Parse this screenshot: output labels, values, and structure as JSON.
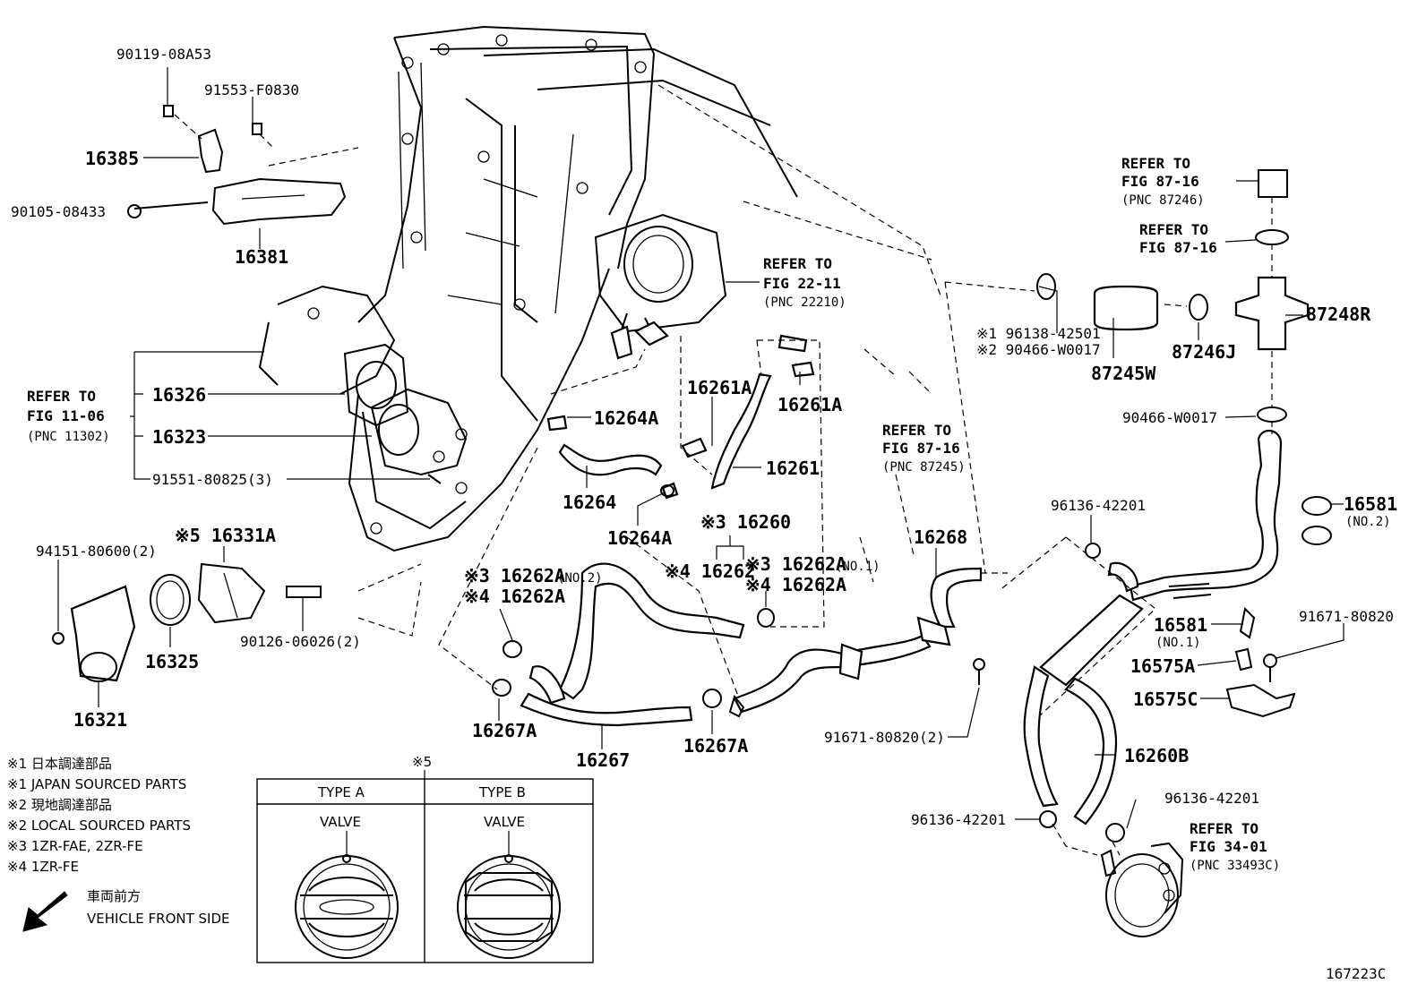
{
  "diagram_id": "167223C",
  "parts": {
    "p90119": "90119-08A53",
    "p91553": "91553-F0830",
    "p16385": "16385",
    "p90105": "90105-08433",
    "p16381": "16381",
    "p16326": "16326",
    "p16323": "16323",
    "p91551": "91551-80825(3)",
    "p94151": "94151-80600(2)",
    "p16331a": "※5 16331A",
    "p16325": "16325",
    "p90126": "90126-06026(2)",
    "p16321": "16321",
    "p16264a_top": "16264A",
    "p16264": "16264",
    "p16264a_bot": "16264A",
    "p16261a_l": "16261A",
    "p16261a_r": "16261A",
    "p16261": "16261",
    "p16260": "※3 16260",
    "p16262": "※4 16262",
    "p16262a_no2_a": "※3 16262A",
    "p16262a_no2_a_sub": "(NO.2)",
    "p16262a_no2_b": "※4 16262A",
    "p16262a_no1_a": "※3 16262A",
    "p16262a_no1_a_sub": "(NO.1)",
    "p16262a_no1_b": "※4 16262A",
    "p16267a_l": "16267A",
    "p16267": "16267",
    "p16267a_r": "16267A",
    "p16268": "16268",
    "p91671_2": "91671-80820(2)",
    "p96138": "※1 96138-42501",
    "p90466_a": "※2 90466-W0017",
    "p87245w": "87245W",
    "p87246j": "87246J",
    "p87248r": "87248R",
    "p90466_b": "90466-W0017",
    "p96136_top": "96136-42201",
    "p16581_no2": "16581",
    "p16581_no2_sub": "(NO.2)",
    "p16581_no1": "16581",
    "p16581_no1_sub": "(NO.1)",
    "p91671_r": "91671-80820",
    "p16575a": "16575A",
    "p16575c": "16575C",
    "p16260b": "16260B",
    "p96136_mid": "96136-42201",
    "p96136_left": "96136-42201"
  },
  "refers": {
    "fig1106": [
      "REFER TO",
      "FIG 11-06",
      "(PNC 11302)"
    ],
    "fig2211": [
      "REFER TO",
      "FIG 22-11",
      "(PNC 22210)"
    ],
    "fig8716_top": [
      "REFER TO",
      "FIG 87-16",
      "(PNC 87246)"
    ],
    "fig8716_mid": [
      "REFER TO",
      "FIG 87-16"
    ],
    "fig8716_low": [
      "REFER TO",
      "FIG 87-16",
      "(PNC 87245)"
    ],
    "fig3401": [
      "REFER TO",
      "FIG 34-01",
      "(PNC 33493C)"
    ]
  },
  "legend": [
    "※1 日本調達部品",
    "※1 JAPAN SOURCED PARTS",
    "※2 現地調達部品",
    "※2 LOCAL SOURCED PARTS",
    "※3 1ZR-FAE, 2ZR-FE",
    "※4 1ZR-FE"
  ],
  "front": [
    "車両前方",
    "VEHICLE FRONT SIDE"
  ],
  "type_table": {
    "marker": "※5",
    "type_a": "TYPE A",
    "type_b": "TYPE B",
    "valve_a": "VALVE",
    "valve_b": "VALVE"
  }
}
